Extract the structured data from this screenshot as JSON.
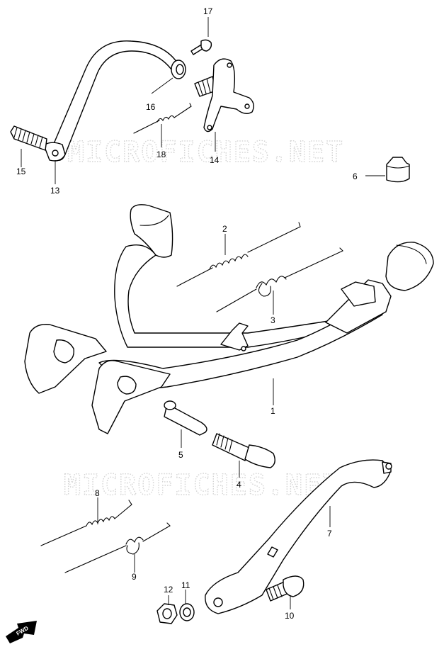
{
  "watermark": "MICROFICHES.NET",
  "fwd_label": "FWD",
  "callouts": [
    "1",
    "2",
    "3",
    "4",
    "5",
    "6",
    "7",
    "8",
    "9",
    "10",
    "11",
    "12",
    "13",
    "14",
    "15",
    "16",
    "17",
    "18"
  ]
}
